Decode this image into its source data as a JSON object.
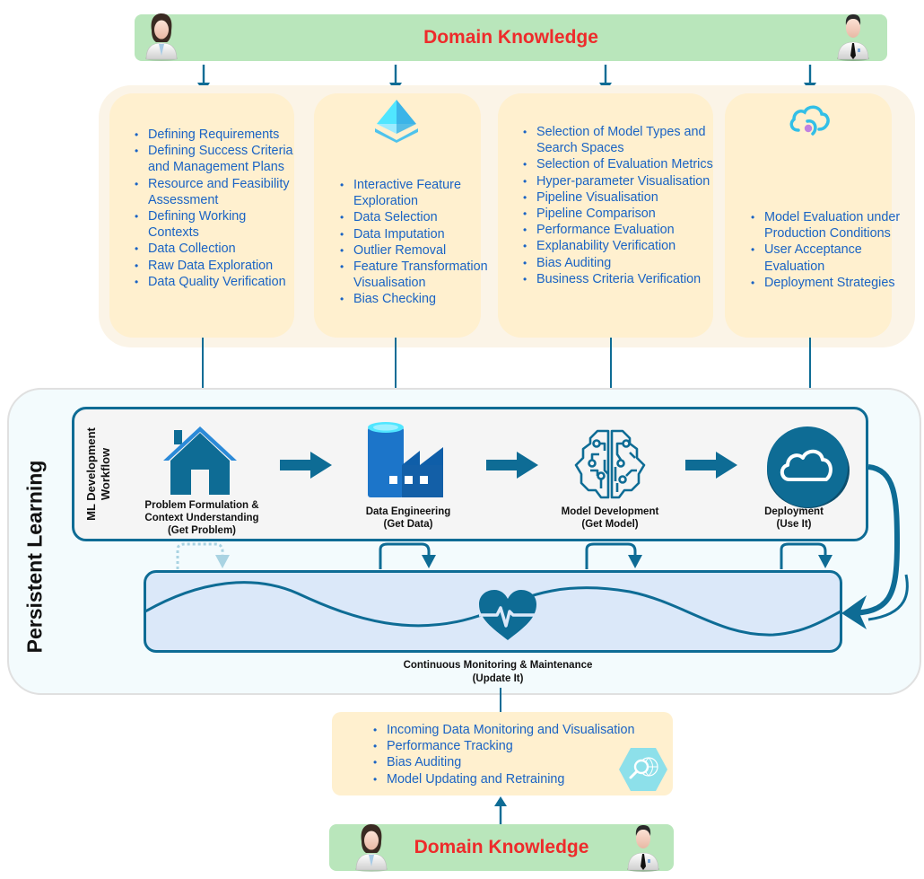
{
  "top_domain_knowledge": {
    "title": "Domain Knowledge",
    "icons": [
      "female-expert-avatar",
      "male-expert-avatar"
    ]
  },
  "stages": [
    {
      "name": "problem-formulation",
      "icon": "none",
      "items": [
        "Defining Requirements",
        "Defining Success Criteria and Management Plans",
        "Resource and Feasibility Assessment",
        "Defining Working Contexts",
        "Data Collection",
        "Raw Data Exploration",
        "Data Quality Verification"
      ]
    },
    {
      "name": "data-engineering",
      "icon": "pyramid-icon",
      "items": [
        "Interactive Feature Exploration",
        "Data Selection",
        "Data Imputation",
        "Outlier Removal",
        "Feature Transformation Visualisation",
        "Bias Checking"
      ]
    },
    {
      "name": "model-development",
      "icon": "none",
      "items": [
        "Selection of Model Types and Search Spaces",
        "Selection of Evaluation Metrics",
        "Hyper-parameter Visualisation",
        "Pipeline Visualisation",
        "Pipeline Comparison",
        "Performance Evaluation",
        "Explanability Verification",
        "Bias Auditing",
        "Business Criteria Verification"
      ]
    },
    {
      "name": "deployment",
      "icon": "cloud-connection-icon",
      "items": [
        "Model Evaluation under Production Conditions",
        "User Acceptance Evaluation",
        "Deployment Strategies"
      ]
    }
  ],
  "persistent_learning": {
    "title": "Persistent Learning",
    "workflow_label": "ML Development Workflow",
    "steps": [
      {
        "icon": "house-icon",
        "label": "Problem Formulation & Context Understanding",
        "sub": "(Get Problem)"
      },
      {
        "icon": "data-factory-icon",
        "label": "Data Engineering",
        "sub": "(Get Data)"
      },
      {
        "icon": "brain-circuit-icon",
        "label": "Model Development",
        "sub": "(Get Model)"
      },
      {
        "icon": "cloud-icon",
        "label": "Deployment",
        "sub": "(Use It)"
      }
    ],
    "monitoring": {
      "icon": "heartbeat-icon",
      "label": "Continuous Monitoring & Maintenance",
      "sub": "(Update It)"
    }
  },
  "maintenance": {
    "icon": "search-globe-icon",
    "items": [
      "Incoming Data Monitoring and Visualisation",
      "Performance Tracking",
      "Bias Auditing",
      "Model Updating and Retraining"
    ]
  },
  "bottom_domain_knowledge": {
    "title": "Domain Knowledge",
    "icons": [
      "female-expert-avatar",
      "male-expert-avatar"
    ]
  },
  "colors": {
    "accent": "#0e6c95",
    "title_red": "#ee2b2b",
    "list_blue": "#1a63c4",
    "green_bar": "#b9e6bb",
    "card_beige": "#fff0cf"
  }
}
